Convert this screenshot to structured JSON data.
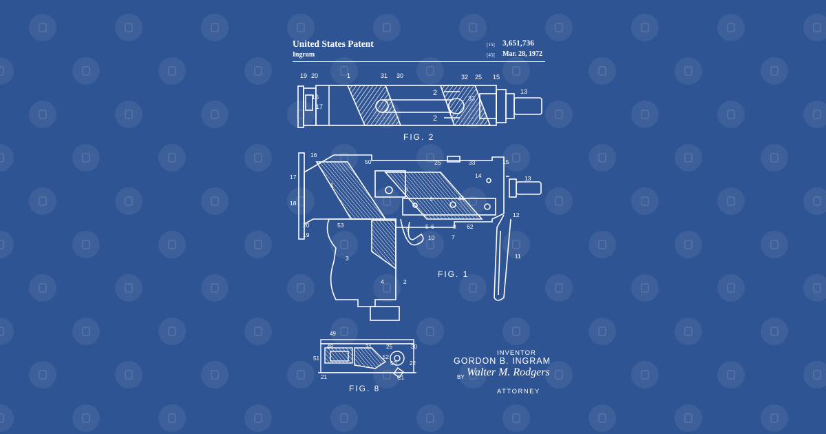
{
  "header": {
    "title": "United States Patent",
    "inventor_short": "Ingram",
    "code_patent": "[15]",
    "code_date": "[45]",
    "patent_number": "3,651,736",
    "date": "Mar. 28, 1972"
  },
  "figures": {
    "fig2": {
      "caption": "FIG. 2",
      "refs": [
        "19",
        "20",
        "1",
        "31",
        "30",
        "32",
        "25",
        "15",
        "13",
        "16",
        "17",
        "2",
        "33",
        "2"
      ]
    },
    "fig1": {
      "caption": "FIG. 1",
      "refs": [
        "16",
        "50",
        "25",
        "33",
        "15",
        "17",
        "1",
        "14",
        "13",
        "18",
        "9",
        "6",
        "44",
        "20",
        "53",
        "5",
        "6",
        "8",
        "62",
        "12",
        "19",
        "9",
        "10",
        "7",
        "3",
        "11",
        "4",
        "2"
      ]
    },
    "fig8": {
      "caption": "FIG. 8",
      "refs": [
        "49",
        "48",
        "31",
        "25",
        "30",
        "51",
        "52",
        "50",
        "22",
        "21",
        "C1"
      ]
    }
  },
  "signature_block": {
    "inventor_label": "INVENTOR",
    "inventor_name": "GORDON B. INGRAM",
    "by_label": "BY",
    "signature": "Walter M. Rodgers",
    "attorney_label": "ATTORNEY"
  },
  "colors": {
    "background": "#2f5493",
    "line": "#ffffff",
    "watermark": "#3d609c"
  }
}
